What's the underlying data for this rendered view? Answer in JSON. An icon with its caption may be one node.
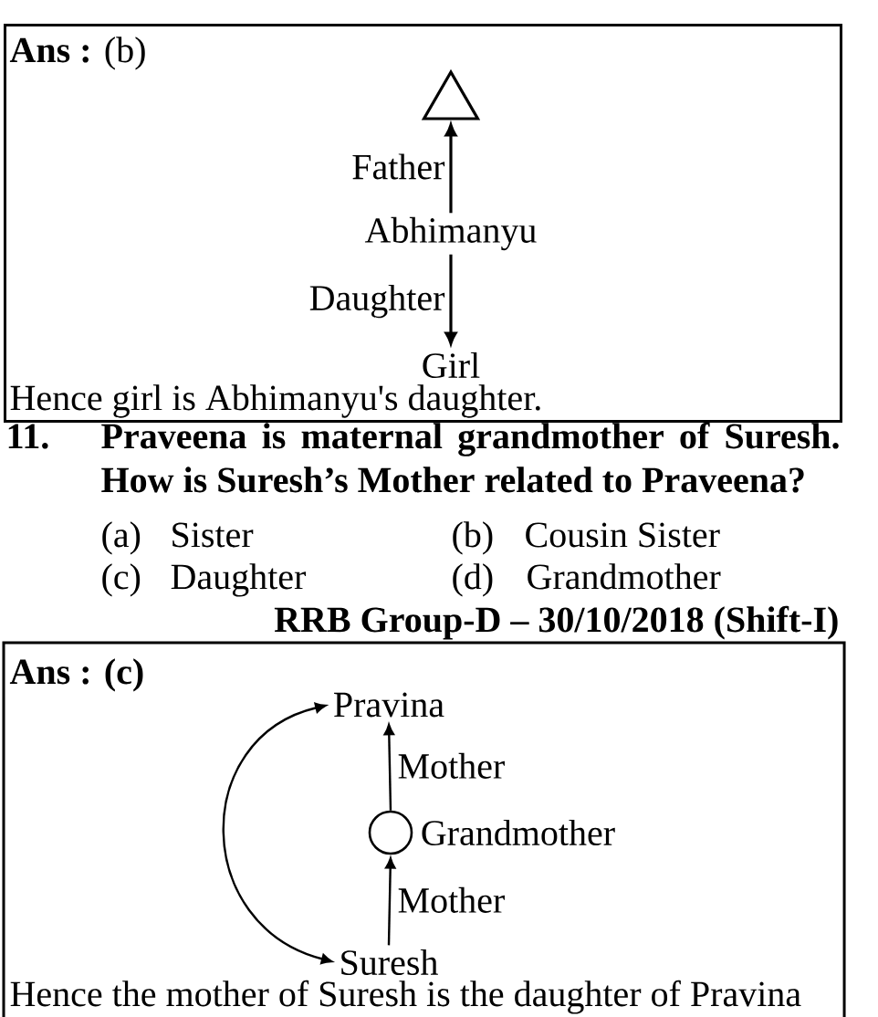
{
  "diagram": {
    "nodes": [
      {
        "text": [
          "**Ans :** (b)",
          "Hence girl is Abhimanyu's daughter."
        ]
      },
      {
        "text": [],
        "shape": "triangle",
        "in": 0
      },
      {
        "text": [
          "Abhimanyu"
        ],
        "in": 0
      },
      {
        "text": [
          "Girl"
        ],
        "in": 0
      },
      {
        "text": [
          "Ans : (c)",
          "Hence the mother of Suresh is the daughter of Pravina"
        ]
      },
      {
        "text": [
          "Pravina"
        ],
        "in": 4
      },
      {
        "text": [],
        "shape": "circle",
        "beside": [
          "Grandmother"
        ],
        "in": 4
      },
      {
        "text": [
          "Suresh"
        ],
        "in": 4
      }
    ],
    "edges": [
      {
        "from": 2,
        "to": 1,
        "arrow": "to",
        "label": "Father"
      },
      {
        "from": 2,
        "to": 3,
        "arrow": "to",
        "label": "Daughter"
      },
      {
        "from": 6,
        "to": 5,
        "arrow": "to",
        "label": "Mother"
      },
      {
        "from": 7,
        "to": 6,
        "arrow": "to",
        "label": "Mother"
      },
      {
        "from": 5,
        "to": 7,
        "arrow": "both"
      }
    ],
    "labels": [
      "11.",
      "Praveena is maternal grandmother of Suresh. How is Suresh’s Mother related to Praveena?",
      "(a)",
      "Sister",
      "(b)",
      "Cousin Sister",
      "(c)",
      "Daughter",
      "(d)",
      "Grandmother",
      "RRB Group-D – 30/10/2018 (Shift-I)"
    ]
  }
}
